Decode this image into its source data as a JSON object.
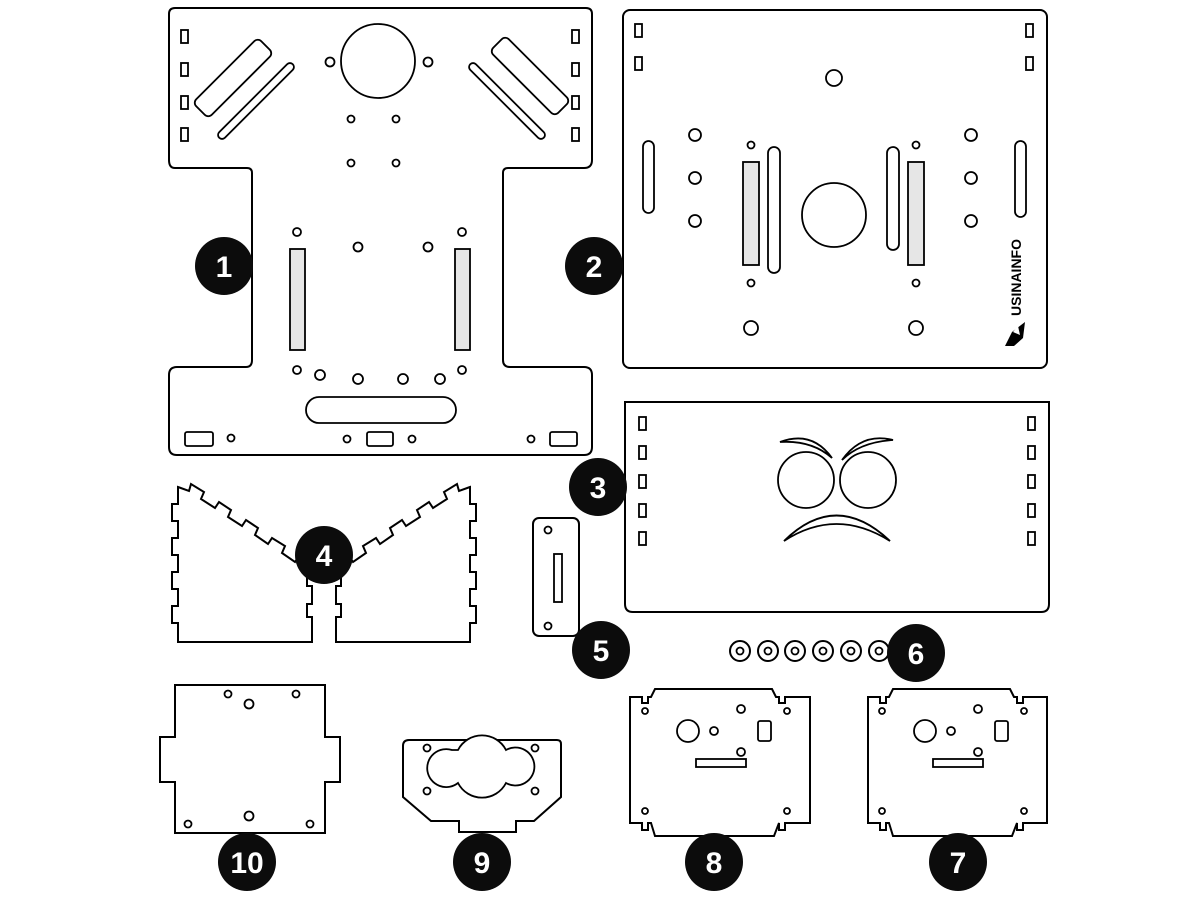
{
  "figure": {
    "parts": [
      {
        "number": "1"
      },
      {
        "number": "2"
      },
      {
        "number": "3"
      },
      {
        "number": "4"
      },
      {
        "number": "5"
      },
      {
        "number": "6"
      },
      {
        "number": "7"
      },
      {
        "number": "8"
      },
      {
        "number": "9"
      },
      {
        "number": "10"
      }
    ],
    "logo": {
      "text": "USINAINFO",
      "icon": "usinainfo-logo-icon"
    },
    "colors": {
      "badge": "#0c0c0c",
      "badge_text": "#ffffff",
      "outline": "#000000",
      "slot_fill": "#e6e6e6"
    }
  }
}
